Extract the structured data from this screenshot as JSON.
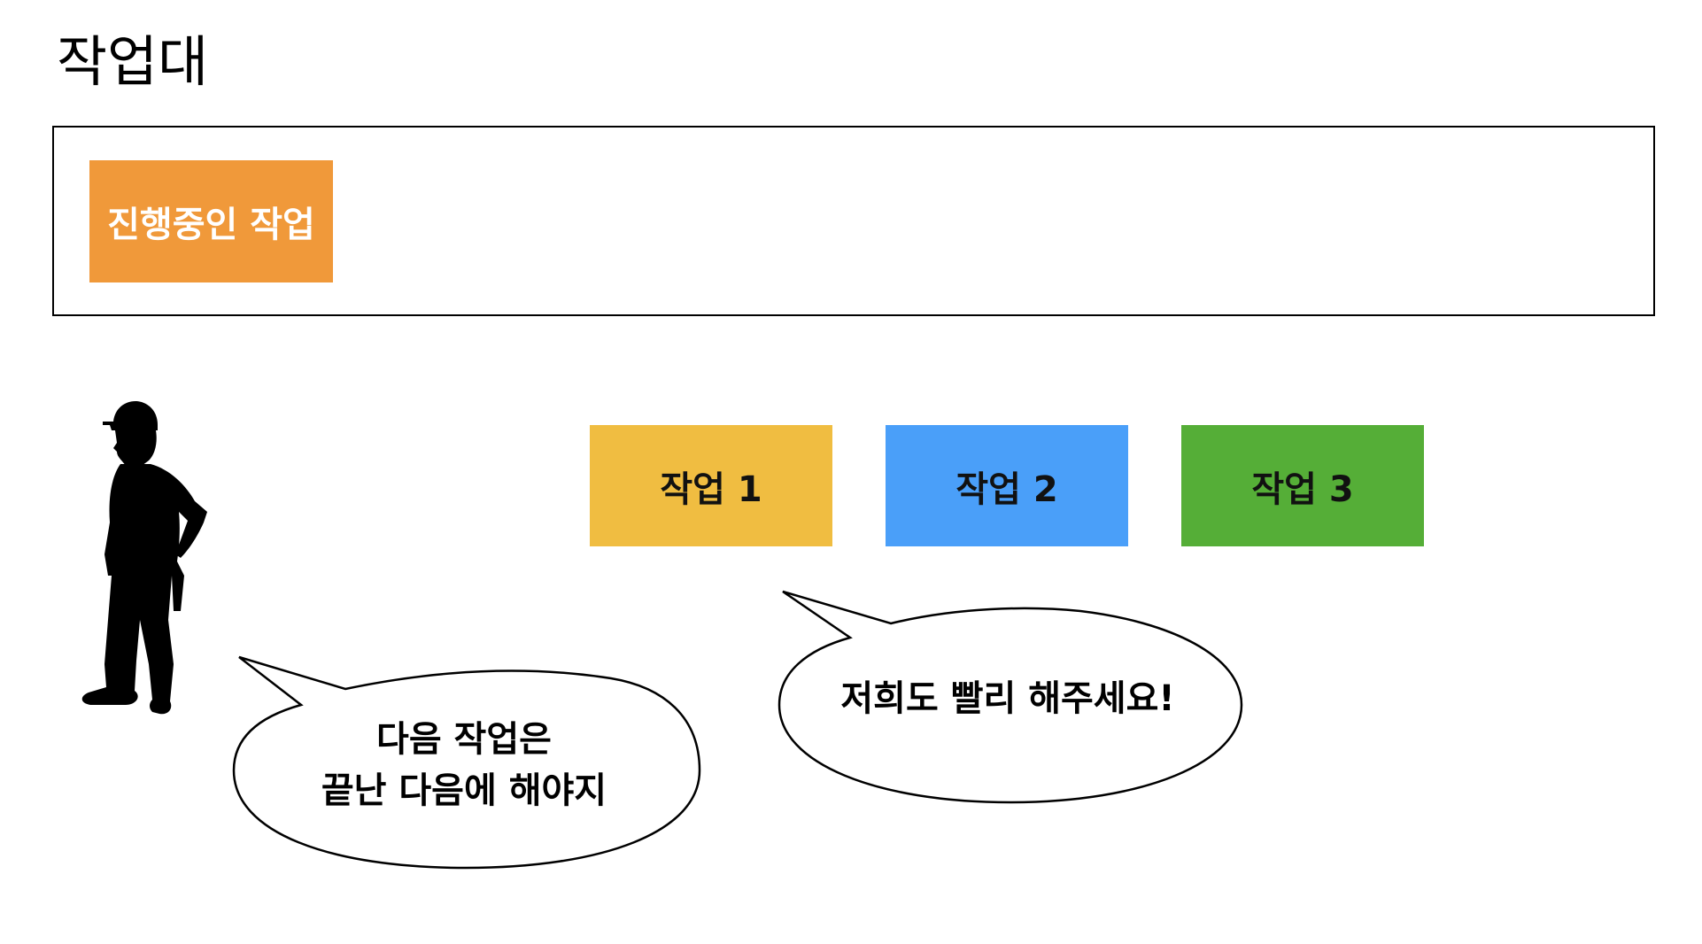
{
  "page": {
    "title": "작업대"
  },
  "workbench": {
    "current_task": {
      "label": "진행중인 작업",
      "color": "#F0993A"
    }
  },
  "queue": [
    {
      "label": "작업 1",
      "color": "#F0BD41"
    },
    {
      "label": "작업 2",
      "color": "#4A9FF9"
    },
    {
      "label": "작업 3",
      "color": "#55AE37"
    }
  ],
  "worker": {
    "icon": "worker-silhouette-icon",
    "speech": {
      "line1": "다음 작업은",
      "line2": "끝난 다음에 해야지"
    }
  },
  "tasks_speech": {
    "text": "저희도 빨리 해주세요!"
  }
}
